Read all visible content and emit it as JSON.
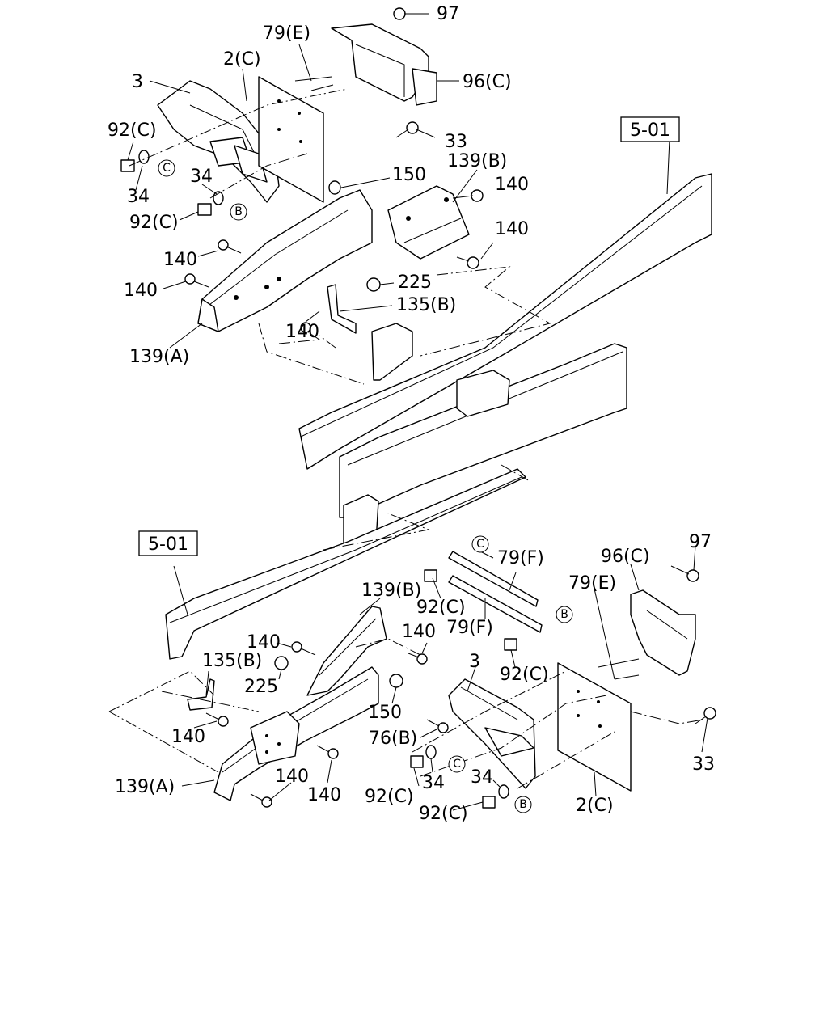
{
  "reference_boxes": {
    "top": "5-01",
    "bottom": "5-01"
  },
  "callouts": {
    "top": {
      "p97": "97",
      "p79E": "79(E)",
      "p2C": "2(C)",
      "p3": "3",
      "p96C": "96(C)",
      "p92C_a": "92(C)",
      "p33": "33",
      "p34_a": "34",
      "p34_b": "34",
      "p92C_b": "92(C)",
      "p150": "150",
      "p139B": "139(B)",
      "p140_a": "140",
      "p140_b": "140",
      "p140_c": "140",
      "p140_d": "140",
      "p225": "225",
      "p135B": "135(B)",
      "p140_e": "140",
      "p139A": "139(A)"
    },
    "bottom": {
      "p97": "97",
      "p96C": "96(C)",
      "p79F_a": "79(F)",
      "p79E": "79(E)",
      "p139B": "139(B)",
      "p92C_a": "92(C)",
      "p79F_b": "79(F)",
      "p140_a": "140",
      "p140_b": "140",
      "p135B": "135(B)",
      "p3": "3",
      "p92C_b": "92(C)",
      "p225": "225",
      "p150": "150",
      "p140_c": "140",
      "p76B": "76(B)",
      "p33": "33",
      "p139A": "139(A)",
      "p140_d": "140",
      "p140_e": "140",
      "p34_a": "34",
      "p34_b": "34",
      "p92C_c": "92(C)",
      "p92C_d": "92(C)",
      "p2C": "2(C)"
    }
  },
  "circled_letters": {
    "top_c": "C",
    "top_b": "B",
    "bot_c1": "C",
    "bot_b1": "B",
    "bot_c2": "C",
    "bot_b2": "B"
  }
}
